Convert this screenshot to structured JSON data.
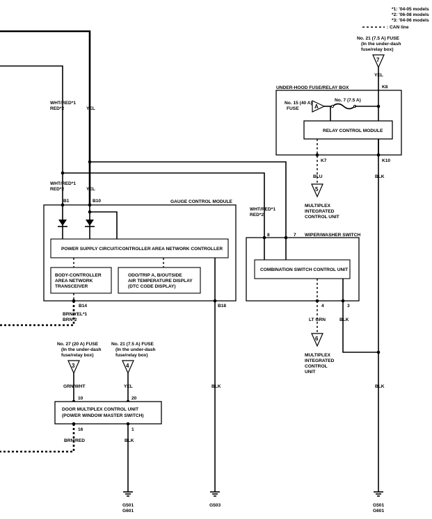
{
  "legend": {
    "model_notes": [
      "*1: '04-05 models",
      "*2: '06-08 models",
      "*3: '04-06 models"
    ],
    "can_line": ": CAN line"
  },
  "fuses": {
    "top": {
      "lines": [
        "No. 21 (7.5 A) FUSE",
        "(In the under-dash",
        "fuse/relay box)"
      ],
      "number": "7"
    },
    "f27": {
      "lines": [
        "No. 27 (20 A) FUSE",
        "(In the under-dash",
        "fuse/relay box)"
      ],
      "number": "3"
    },
    "f21b": {
      "lines": [
        "No. 21 (7.5 A) FUSE",
        "(In the under-dash",
        "fuse/relay box)"
      ],
      "number": "4"
    }
  },
  "underhood": {
    "title": "UNDER-HOOD FUSE/RELAY BOX",
    "fuse15_label": [
      "No. 15 (40 A)",
      "FUSE"
    ],
    "fuse7_label": "No. 7 (7.5 A)",
    "fuse_a": "A",
    "relay_module": "RELAY CONTROL MODULE",
    "pins": {
      "k8": "K8",
      "k7": "K7",
      "k10": "K10"
    }
  },
  "gauge": {
    "title": "GAUGE CONTROL MODULE",
    "power_supply": "POWER SUPPLY CIRCUIT/CONTROLLER AREA NETWORK CONTROLLER",
    "body_controller": [
      "BODY-CONTROLLER",
      "AREA NETWORK",
      "TRANSCEIVER"
    ],
    "odo": [
      "ODO/TRIP A, B/OUTSIDE",
      "AIR TEMPERATURE DISPLAY",
      "(DTC CODE DISPLAY)"
    ],
    "pins": {
      "b1": "B1",
      "b10": "B10",
      "b14": "B14",
      "b18": "B18"
    }
  },
  "wiper": {
    "title": "WIPER/WASHER SWITCH",
    "combo": "COMBINATION SWITCH CONTROL UNIT",
    "pins": {
      "p8": "8",
      "p7": "7",
      "p4": "4",
      "p3": "3"
    }
  },
  "door": {
    "title_lines": [
      "DOOR MULTIPLEX CONTROL UNIT",
      "(POWER WINDOW MASTER SWITCH)"
    ],
    "pins": {
      "p10": "10",
      "p20": "20",
      "p16": "16",
      "p1": "1"
    }
  },
  "wires": {
    "wht_red_top": [
      "WHT/RED*1",
      "RED*2"
    ],
    "yel_top": "YEL",
    "wht_red_mid": [
      "WHT/RED*1",
      "RED*2"
    ],
    "yel_mid": "YEL",
    "wht_red_wiper": [
      "WHT/RED*1",
      "RED*2"
    ],
    "yel_fuse7": "YEL",
    "blu": "BLU",
    "blk_k10": "BLK",
    "brn_yel": [
      "BRN/YEL*1",
      "BRN*2"
    ],
    "grn_wht": "GRN/WHT",
    "yel_door": "YEL",
    "blk_b18": "BLK",
    "lt_grn": "LT GRN",
    "blk_p3": "BLK",
    "blk_right": "BLK",
    "brn_red": "BRN/RED",
    "blk_door": "BLK"
  },
  "connectors": {
    "mic_top": {
      "number": "5",
      "lines": [
        "MULTIPLEX",
        "INTEGRATED",
        "CONTROL UNIT"
      ]
    },
    "mic_bottom": {
      "number": "6",
      "lines": [
        "MULTIPLEX",
        "INTEGRATED",
        "CONTROL",
        "UNIT"
      ]
    }
  },
  "grounds": {
    "g1": [
      "G501",
      "G601"
    ],
    "g2": "G503",
    "g3": [
      "G501",
      "G601"
    ]
  }
}
